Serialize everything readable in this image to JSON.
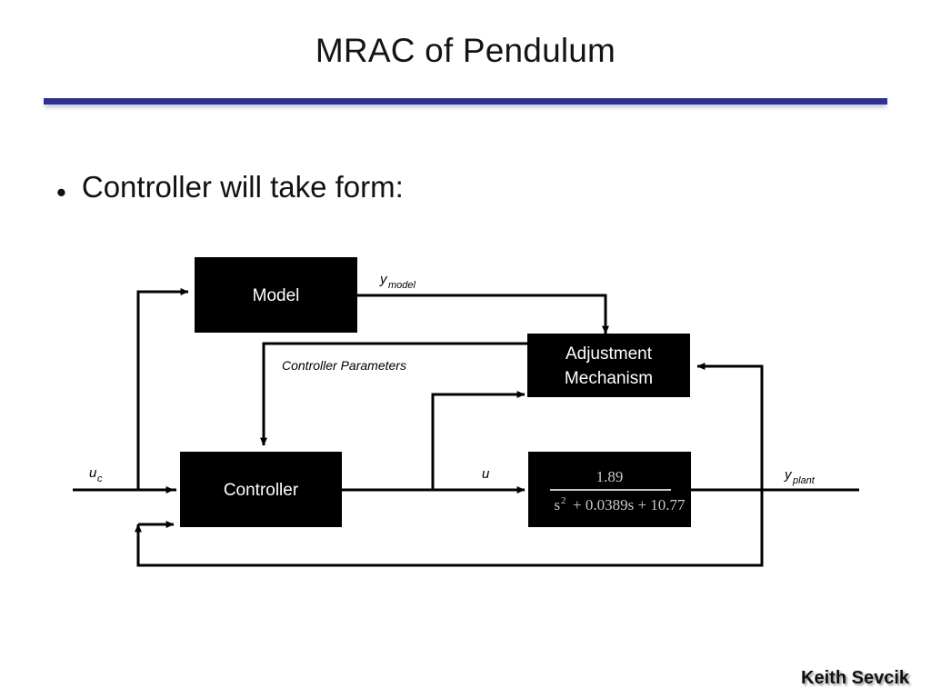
{
  "slide": {
    "title": "MRAC of Pendulum",
    "rule_color": "#2e3192",
    "background_color": "#ffffff"
  },
  "body": {
    "bullet_marker": "•",
    "bullet_text": "Controller will take form:"
  },
  "diagram": {
    "type": "block-diagram",
    "block_fill": "#000000",
    "block_text_color": "#ffffff",
    "line_color": "#000000",
    "blocks": [
      {
        "id": "model",
        "label": "Model",
        "label_line2": ""
      },
      {
        "id": "adjustment",
        "label": "Adjustment",
        "label_line2": "Mechanism"
      },
      {
        "id": "controller",
        "label": "Controller",
        "label_line2": ""
      },
      {
        "id": "plant",
        "label": "transfer-function",
        "label_line2": ""
      }
    ],
    "plant_transfer_function": {
      "numerator": "1.89",
      "denominator_main": "s",
      "denominator_exponent": "2",
      "denominator_rest": "+ 0.0389s + 10.77",
      "full_text": "1.89 / (s^2 + 0.0389s + 10.77)"
    },
    "signals": [
      {
        "id": "uc",
        "base": "u",
        "sub": "c"
      },
      {
        "id": "ymodel",
        "base": "y",
        "sub": "model"
      },
      {
        "id": "u",
        "base": "u",
        "sub": ""
      },
      {
        "id": "yplant",
        "base": "y",
        "sub": "plant"
      }
    ],
    "annotations": [
      {
        "id": "controller-parameters",
        "text": "Controller Parameters"
      }
    ]
  },
  "footer": {
    "author": "Keith Sevcik"
  }
}
